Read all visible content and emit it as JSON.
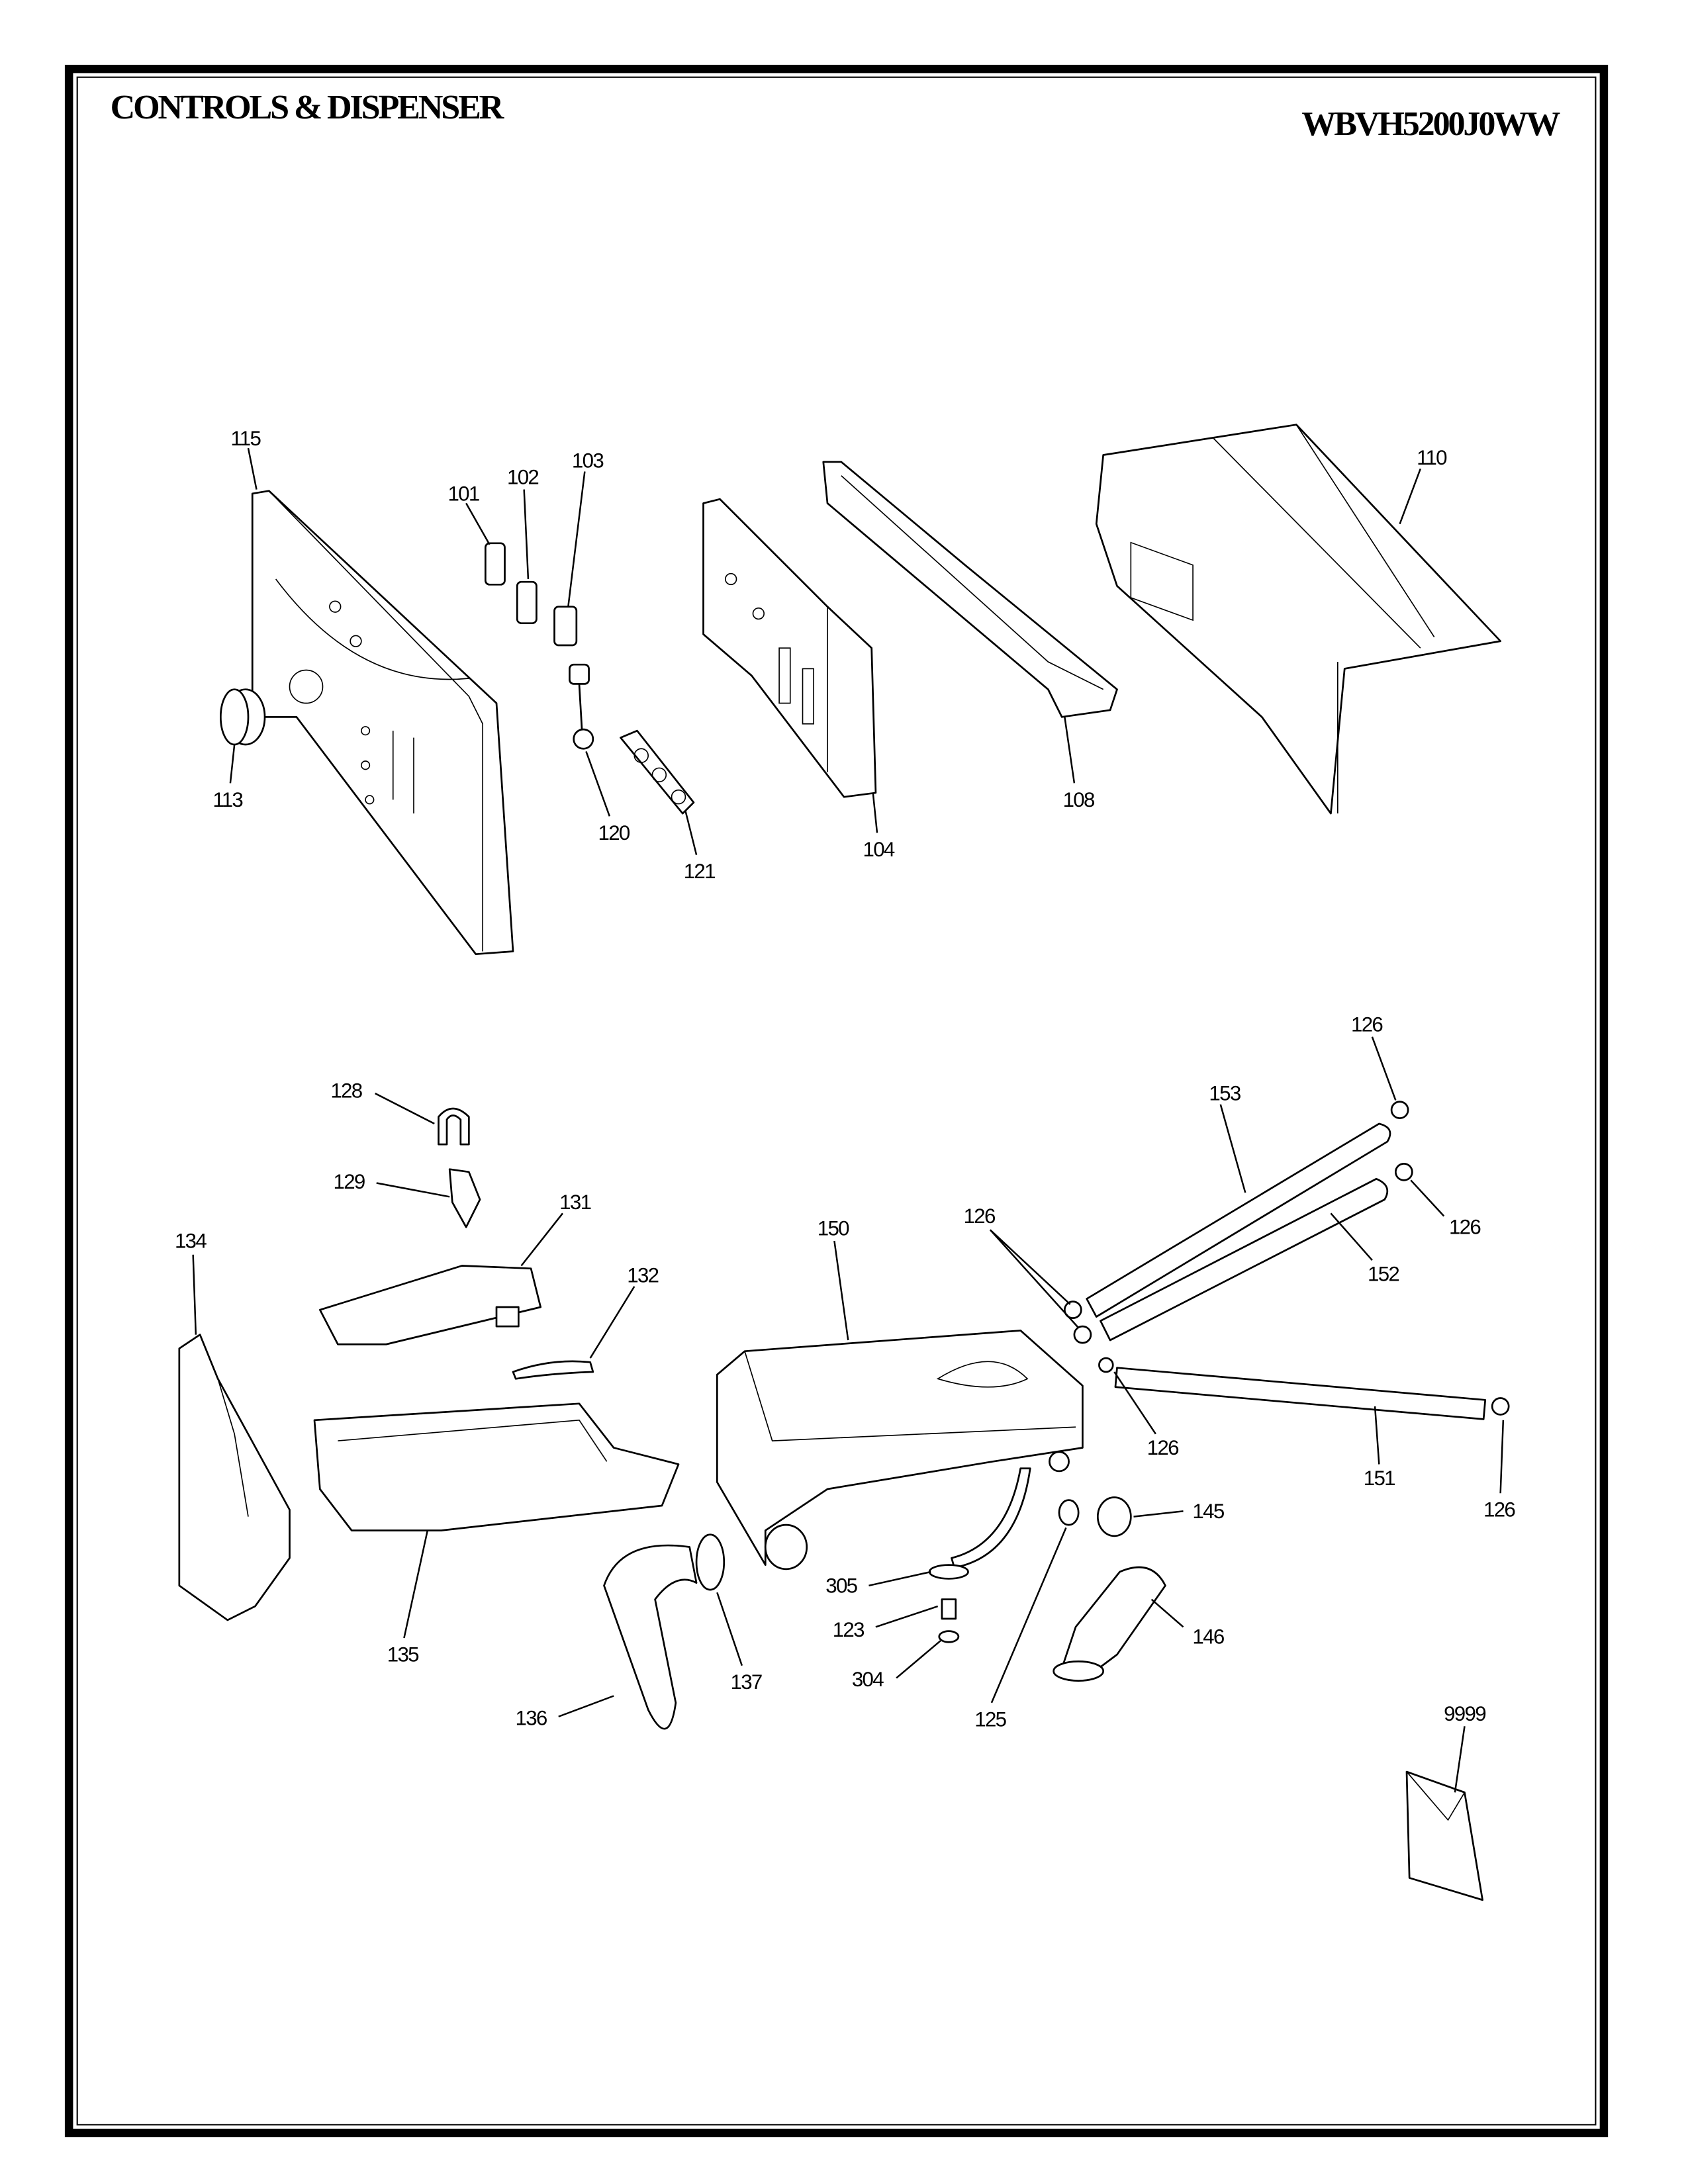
{
  "header": {
    "title": "CONTROLS & DISPENSER",
    "model": "WBVH5200J0WW"
  },
  "labels": [
    "115",
    "101",
    "102",
    "103",
    "110",
    "113",
    "120",
    "121",
    "104",
    "108",
    "126",
    "128",
    "153",
    "129",
    "131",
    "126",
    "126",
    "134",
    "150",
    "132",
    "152",
    "126",
    "151",
    "126",
    "145",
    "305",
    "123",
    "146",
    "135",
    "304",
    "137",
    "136",
    "125",
    "9999"
  ]
}
